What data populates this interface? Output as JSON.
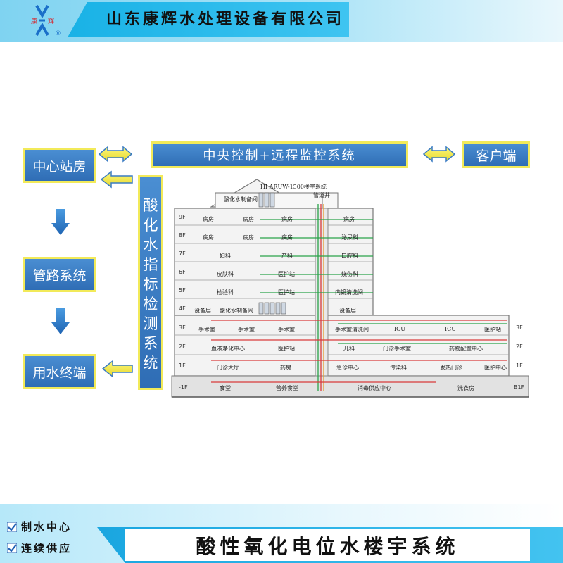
{
  "header": {
    "company_name": "山东康辉水处理设备有限公司",
    "logo_char_left": "康",
    "logo_char_right": "辉",
    "logo_mark": "®"
  },
  "diagram": {
    "central_control": "中央控制+远程监控系统",
    "client": "客户端",
    "center_station": "中心站房",
    "pipeline_system": "管路系统",
    "water_terminal": "用水终端",
    "detection_system": [
      "酸",
      "化",
      "水",
      "指",
      "标",
      "检",
      "测",
      "系",
      "统"
    ]
  },
  "building": {
    "roof_label": "HI ARUW-1500楼宇系统",
    "roof_room": "酸化水制备间",
    "pipe_shaft": "管道井",
    "floor_labels": [
      "9F",
      "8F",
      "7F",
      "6F",
      "5F",
      "4F",
      "3F",
      "2F",
      "1F",
      "-1F"
    ],
    "right_floor_labels": [
      "3F",
      "2F",
      "1F",
      "B1F"
    ],
    "rooms": {
      "9f": [
        "病房",
        "病房",
        "病房",
        "病房"
      ],
      "8f": [
        "病房",
        "病房",
        "病房",
        "泌尿科"
      ],
      "7f": [
        "妇科",
        "产科",
        "口腔科"
      ],
      "6f": [
        "皮肤科",
        "医护站",
        "烧伤科"
      ],
      "5f": [
        "检验科",
        "医护站",
        "内镜清洗间"
      ],
      "4f": [
        "设备层",
        "酸化水制备间",
        "设备层"
      ],
      "3f": [
        "手术室",
        "手术室",
        "手术室",
        "手术室清洗间",
        "ICU",
        "ICU",
        "医护站"
      ],
      "2f": [
        "血液净化中心",
        "医护站",
        "儿科",
        "门诊手术室",
        "药物配置中心"
      ],
      "1f": [
        "门诊大厅",
        "药房",
        "急诊中心",
        "传染科",
        "发热门诊",
        "医护中心"
      ],
      "b1": [
        "食堂",
        "营养食堂",
        "消毒供应中心",
        "洗衣房"
      ]
    }
  },
  "footer": {
    "features": [
      "制水中心",
      "连续供应"
    ],
    "title": "酸性氧化电位水楼宇系统"
  },
  "colors": {
    "box_blue": "#3a7cc4",
    "box_border": "#f2ea59",
    "arrow_yellow": "#f4ee4c",
    "arrow_blue": "#2f7cc7",
    "header_cyan": "#19b2e6"
  }
}
